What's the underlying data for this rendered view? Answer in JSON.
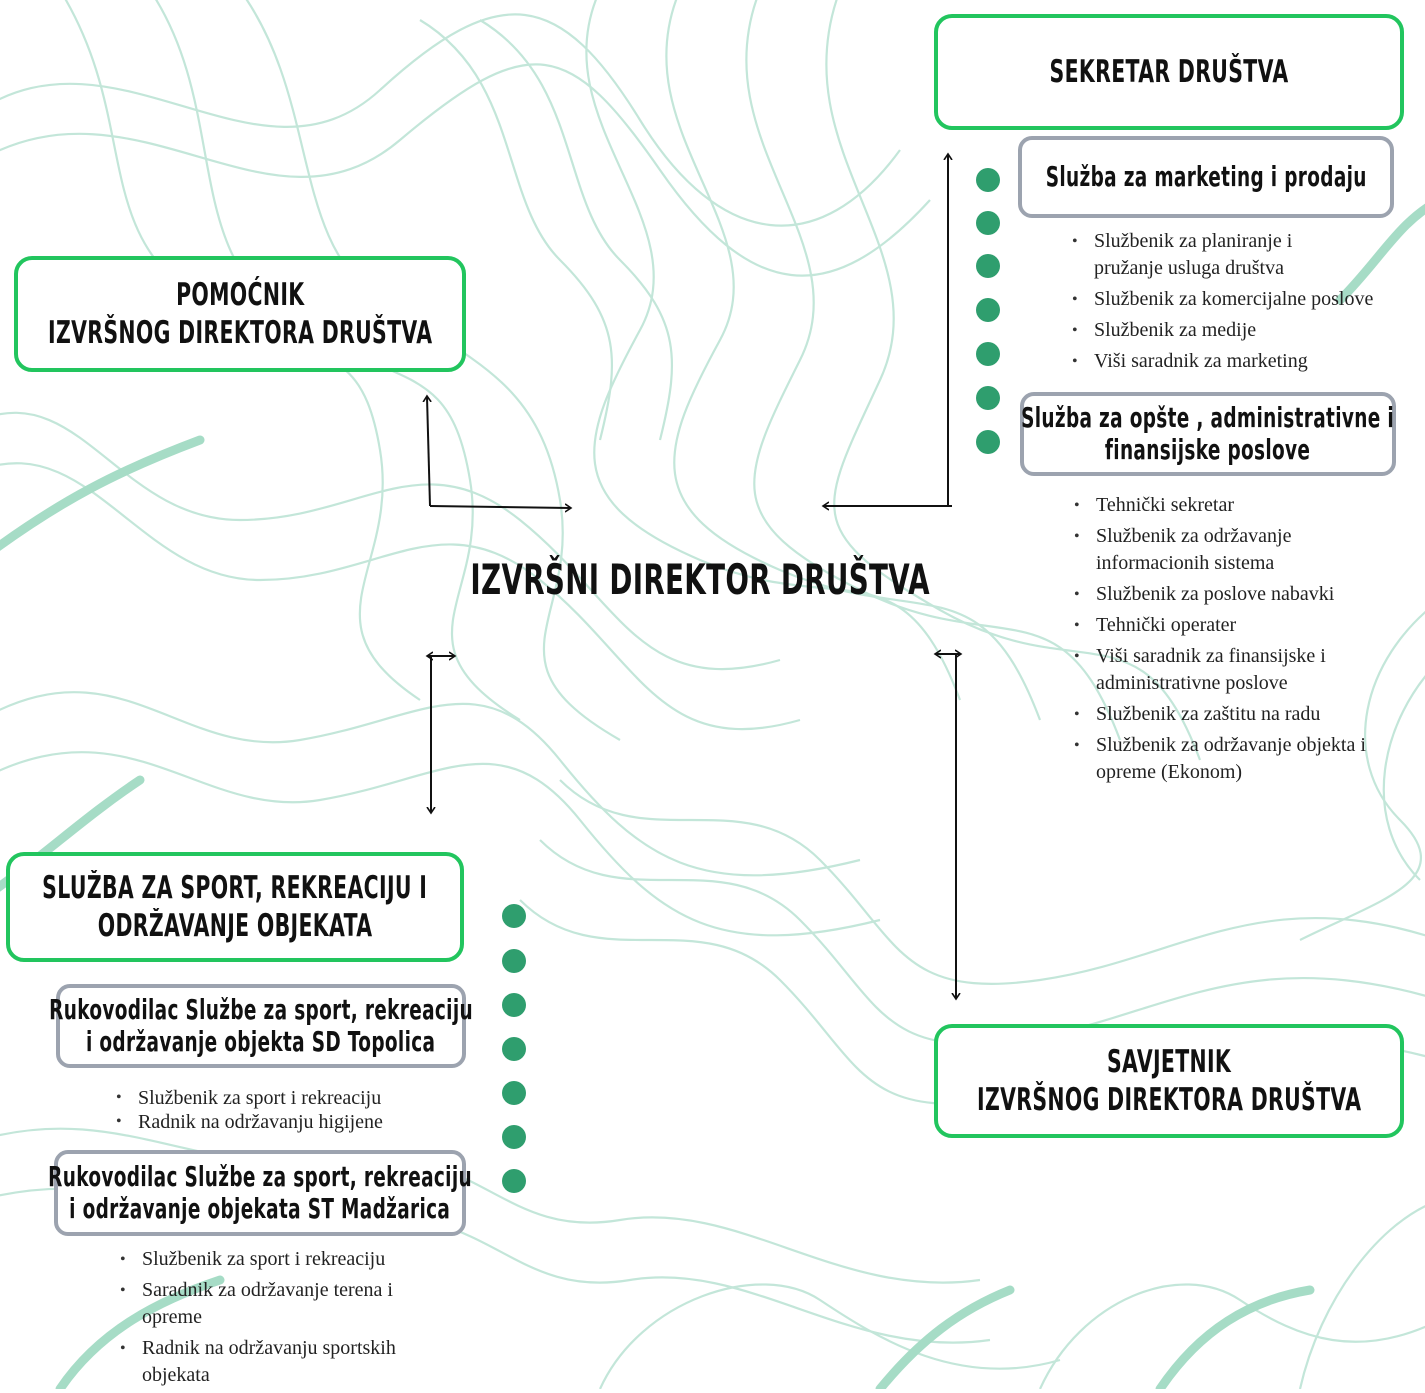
{
  "colors": {
    "accent": "#22c55e",
    "secondary_border": "#9ca3af",
    "dots": "#2f9e6e",
    "background_lines": "#c3e6d9"
  },
  "center": {
    "title": "IZVRŠNI DIREKTOR DRUŠTVA"
  },
  "top_right": {
    "title": "SEKRETAR DRUŠTVA",
    "marketing": {
      "title": "Služba za marketing i  prodaju",
      "items": [
        "Službenik za planiranje i pružanje usluga društva",
        "Službenik za komercijalne poslove",
        "Službenik za medije",
        "Viši saradnik za marketing"
      ]
    },
    "admin": {
      "title_line1": "Služba za opšte , administrativne i",
      "title_line2": "finansijske poslove",
      "items": [
        "Tehnički sekretar",
        "Službenik za održavanje informacionih sistema",
        "Službenik za poslove nabavki",
        "Tehnički operater",
        "Viši saradnik za finansijske i administrativne poslove",
        "Službenik za zaštitu na radu",
        "Službenik za održavanje objekta i opreme (Ekonom)"
      ]
    }
  },
  "top_left": {
    "line1": "POMOĆNIK",
    "line2": "IZVRŠNOG DIREKTORA DRUŠTVA"
  },
  "bottom_left": {
    "line1": "SLUŽBA ZA SPORT, REKREACIJU I",
    "line2": "ODRŽAVANJE OBJEKATA",
    "topolica": {
      "title_line1": "Rukovodilac Službe za sport, rekreaciju",
      "title_line2": "i održavanje objekta SD Topolica",
      "items": [
        "Službenik za sport i rekreaciju",
        "Radnik na održavanju higijene"
      ]
    },
    "madzarica": {
      "title_line1": "Rukovodilac  Službe za sport, rekreaciju",
      "title_line2": "i održavanje objekata  ST Madžarica",
      "items": [
        "Službenik za sport i rekreaciju",
        "Saradnik za održavanje terena i opreme",
        "Radnik na održavanju sportskih objekata"
      ]
    }
  },
  "bottom_right": {
    "line1": "SAVJETNIK",
    "line2": "IZVRŠNOG DIREKTORA DRUŠTVA"
  }
}
